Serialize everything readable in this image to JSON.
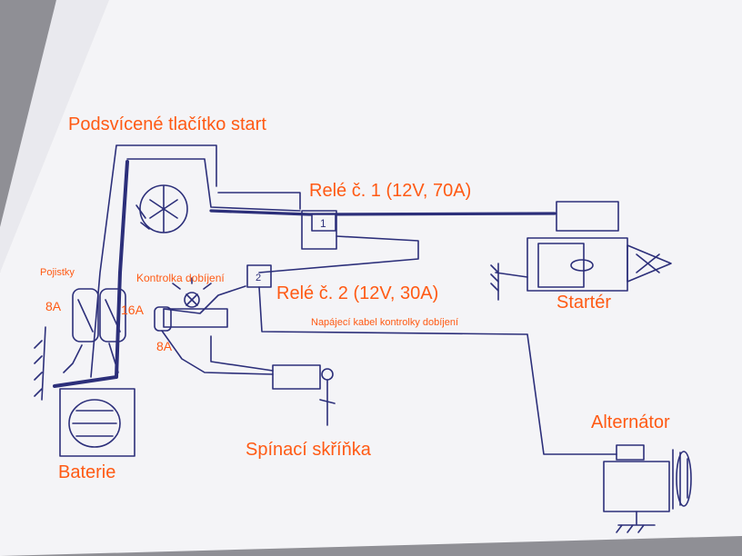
{
  "labels": {
    "start_button": "Podsvícené tlačítko start",
    "relay1": "Relé č. 1 (12V, 70A)",
    "relay2": "Relé č. 2 (12V, 30A)",
    "fuses": "Pojistky",
    "fuse_8a_left": "8A",
    "fuse_16a": "16A",
    "fuse_8a_bottom": "8A",
    "charge_lamp": "Kontrolka dobíjení",
    "charge_lamp_cable": "Napájecí kabel kontrolky dobíjení",
    "starter": "Startér",
    "alternator": "Alternátor",
    "ignition_switch": "Spínací skříňka",
    "battery": "Baterie",
    "relay1_mark": "1",
    "relay2_mark": "2"
  },
  "colors": {
    "label": "#ff5a14",
    "ink": "#2c2f7a",
    "paper": "#f3f3f6"
  }
}
